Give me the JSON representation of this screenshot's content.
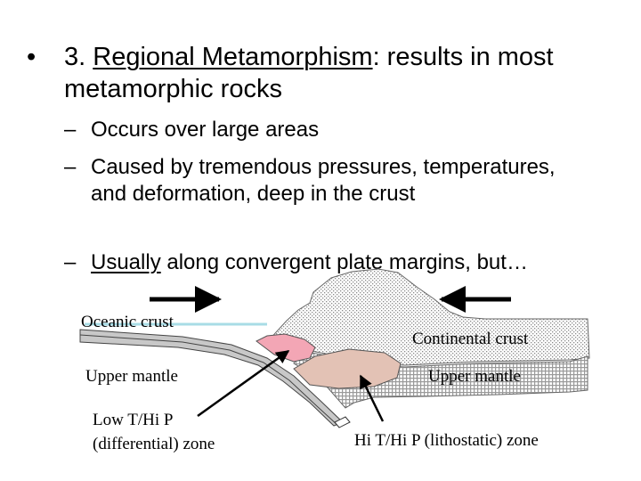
{
  "slide": {
    "bullet": "•",
    "heading_number": "3. ",
    "heading_term": "Regional Metamorphism",
    "heading_rest": ": results in most metamorphic rocks",
    "dash": "–",
    "sub_points": [
      {
        "text": "Occurs over large areas"
      },
      {
        "text": "Caused by tremendous pressures, temperatures, and deformation, deep in the crust"
      },
      {
        "underlined": "Usually",
        "rest": " along convergent plate margins, but…"
      }
    ]
  },
  "diagram": {
    "labels": {
      "oceanic_crust": "Oceanic crust",
      "continental_crust": "Continental crust",
      "upper_mantle_left": "Upper mantle",
      "upper_mantle_right": "Upper mantle",
      "low_t_line1": "Low T/Hi P",
      "low_t_line2": "(differential) zone",
      "hi_t": "Hi T/Hi P (lithostatic) zone"
    },
    "colors": {
      "arrow": "#000000",
      "crust_fill": "#d9d9d9",
      "mantle_fill": "#bdbdbd",
      "pink_zone": "#f3a6b5",
      "tan_zone": "#e3c2b5",
      "sea_line": "#a8dce6"
    }
  }
}
